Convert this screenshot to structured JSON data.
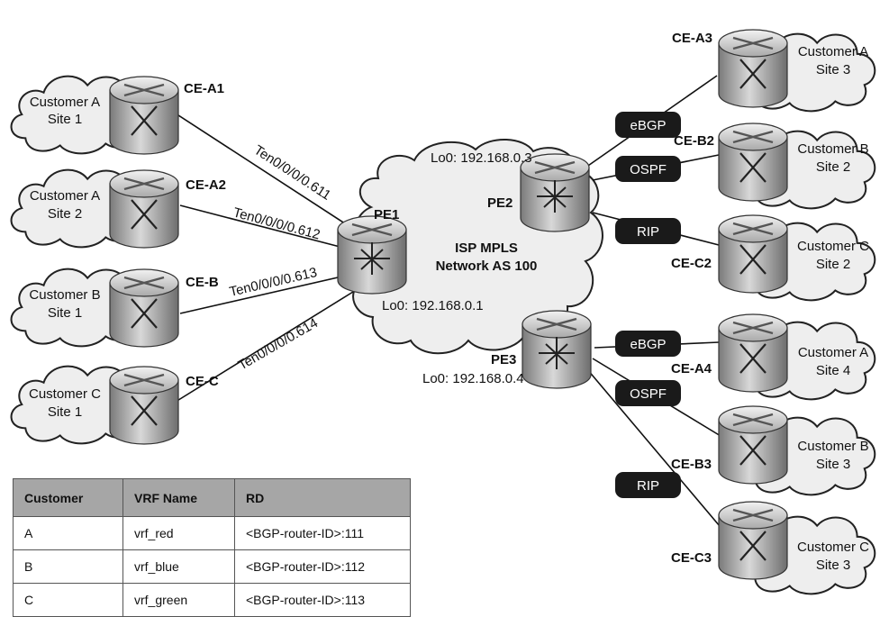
{
  "clouds": [
    {
      "id": "cust-a-site1",
      "lines": [
        "Customer A",
        "Site 1"
      ]
    },
    {
      "id": "cust-a-site2",
      "lines": [
        "Customer A",
        "Site 2"
      ]
    },
    {
      "id": "cust-b-site1",
      "lines": [
        "Customer B",
        "Site 1"
      ]
    },
    {
      "id": "cust-c-site1",
      "lines": [
        "Customer C",
        "Site 1"
      ]
    },
    {
      "id": "cust-a-site3",
      "lines": [
        "Customer A",
        "Site 3"
      ]
    },
    {
      "id": "cust-b-site2",
      "lines": [
        "Customer B",
        "Site 2"
      ]
    },
    {
      "id": "cust-c-site2",
      "lines": [
        "Customer C",
        "Site 2"
      ]
    },
    {
      "id": "cust-a-site4",
      "lines": [
        "Customer A",
        "Site 4"
      ]
    },
    {
      "id": "cust-b-site3",
      "lines": [
        "Customer B",
        "Site 3"
      ]
    },
    {
      "id": "cust-c-site3",
      "lines": [
        "Customer C",
        "Site 3"
      ]
    },
    {
      "id": "isp-cloud",
      "lines": [
        "ISP MPLS",
        "Network AS 100"
      ]
    }
  ],
  "routers": {
    "ce_a1": "CE-A1",
    "ce_a2": "CE-A2",
    "ce_b": "CE-B",
    "ce_c": "CE-C",
    "pe1": "PE1",
    "pe2": "PE2",
    "pe3": "PE3",
    "ce_a3": "CE-A3",
    "ce_b2": "CE-B2",
    "ce_c2": "CE-C2",
    "ce_a4": "CE-A4",
    "ce_b3": "CE-B3",
    "ce_c3": "CE-C3"
  },
  "interfaces": [
    "Ten0/0/0/0.611",
    "Ten0/0/0/0.612",
    "Ten0/0/0/0.613",
    "Ten0/0/0/0.614"
  ],
  "loopbacks": {
    "pe1": "Lo0: 192.168.0.1",
    "pe2": "Lo0: 192.168.0.3",
    "pe3": "Lo0: 192.168.0.4"
  },
  "protocols": {
    "pe2": [
      "eBGP",
      "OSPF",
      "RIP"
    ],
    "pe3": [
      "eBGP",
      "OSPF",
      "RIP"
    ]
  },
  "table": {
    "headers": [
      "Customer",
      "VRF Name",
      "RD"
    ],
    "rows": [
      [
        "A",
        "vrf_red",
        "<BGP-router-ID>:111"
      ],
      [
        "B",
        "vrf_blue",
        "<BGP-router-ID>:112"
      ],
      [
        "C",
        "vrf_green",
        "<BGP-router-ID>:113"
      ]
    ]
  },
  "colors": {
    "pill": "#1a1a1a",
    "table_header": "#a6a6a6",
    "cloud_fill": "#eeeeee"
  }
}
